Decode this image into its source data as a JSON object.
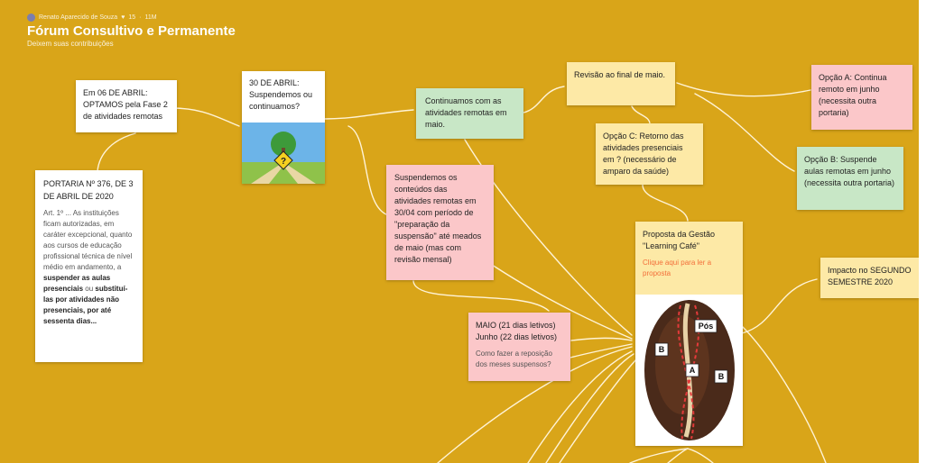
{
  "header": {
    "author": "Renato Aparecido de Souza",
    "count": "15",
    "time": "11M",
    "title": "Fórum Consultivo e Permanente",
    "subtitle": "Deixem suas contribuições"
  },
  "cards": {
    "portaria": {
      "title": "PORTARIA Nº 376, DE 3 DE ABRIL DE 2020",
      "body_pre": "Art. 1º ... As instituições ficam autorizadas, em caráter excepcional, quanto aos cursos de educação profissional técnica de nível médio em andamento, a ",
      "body_b1": "suspender as aulas presenciais",
      "body_mid": " ou ",
      "body_b2": "substituí-las por atividades não presenciais, por até sessenta dias...",
      "color": "#ffffff"
    },
    "optamos": {
      "title": "Em 06 DE ABRIL: OPTAMOS pela Fase 2 de atividades remotas",
      "color": "#ffffff"
    },
    "abril30": {
      "title": "30 DE ABRIL: Suspendemos ou continuamos?",
      "image_icon": "question-sign-icon",
      "color": "#ffffff"
    },
    "continuamos": {
      "title": "Continuamos com as atividades remotas em maio.",
      "color": "#c8e7c6"
    },
    "suspendemos": {
      "title": "Suspendemos os conteúdos das atividades remotas em 30/04 com período de \"preparação da suspensão\" até meados de maio (mas com revisão mensal)",
      "color": "#fbc7c9"
    },
    "revisao": {
      "title": "Revisão ao final de maio.",
      "color": "#fde9a6"
    },
    "opcaoA": {
      "title": "Opção A: Continua remoto em junho (necessita outra portaria)",
      "color": "#fbc7c9"
    },
    "opcaoB": {
      "title": "Opção B: Suspende aulas remotas em junho (necessita outra portaria)",
      "color": "#c8e7c6"
    },
    "opcaoC": {
      "title": "Opção C: Retorno das atividades presenciais em ? (necessário de amparo da saúde)",
      "color": "#fde9a6"
    },
    "proposta": {
      "title": "Proposta da Gestão \"Learning Café\"",
      "link": "Clique aqui para ler a proposta",
      "bean_labels": {
        "pos": "Pós",
        "b1": "B",
        "a": "A",
        "b2": "B"
      },
      "color": "#fde9a6"
    },
    "maio": {
      "title": "MAIO (21 dias letivos) Junho (22 dias letivos)",
      "body": "Como fazer a reposição dos meses suspensos?",
      "color": "#fbc7c9"
    },
    "impacto": {
      "title": "Impacto no SEGUNDO SEMESTRE 2020",
      "color": "#fde9a6"
    }
  },
  "colors": {
    "board": "#d9a519",
    "connector": "#fff6dd",
    "link": "#f36f3a"
  }
}
